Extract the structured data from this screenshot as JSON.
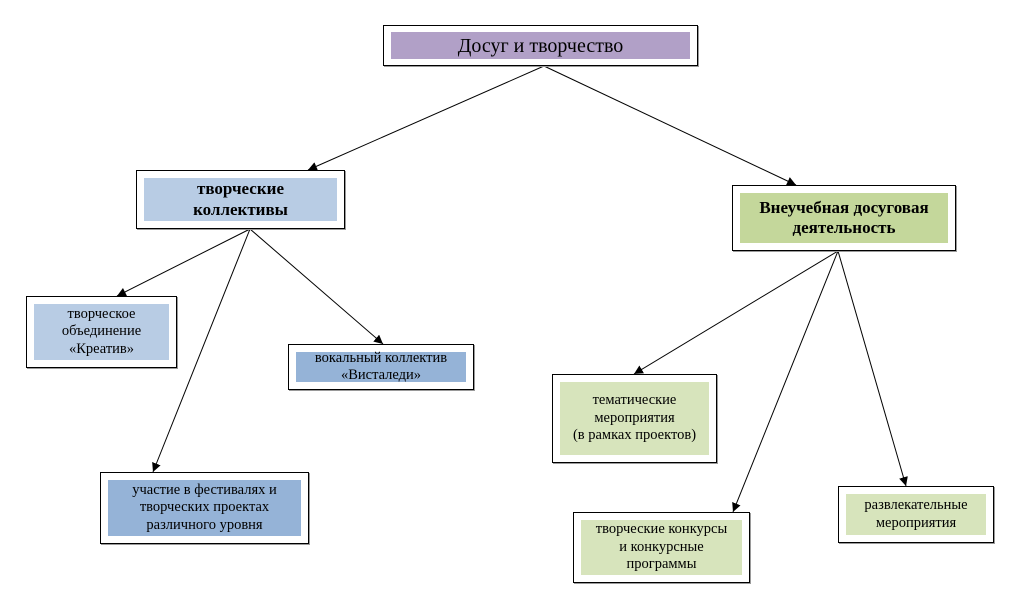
{
  "root": {
    "label": "Досуг и творчество"
  },
  "creative_groups": {
    "label": "творческие\nколлективы",
    "children": [
      {
        "label": "творческое\nобъединение\n«Креатив»"
      },
      {
        "label": "вокальный коллектив\n«Висталеди»"
      },
      {
        "label": "участие в фестивалях и\nтворческих проектах\nразличного уровня"
      }
    ]
  },
  "extracurricular": {
    "label": "Внеучебная  досуговая\nдеятельность",
    "children": [
      {
        "label": "тематические\nмероприятия\n(в рамках проектов)"
      },
      {
        "label": "творческие конкурсы\nи конкурсные\nпрограммы"
      },
      {
        "label": "развлекательные\nмероприятия"
      }
    ]
  },
  "colors": {
    "root_fill": "#b1a0c7",
    "creative_fill": "#b8cce4",
    "creative_child_fill": "#95b3d7",
    "extracurricular_fill": "#c4d79b",
    "extracurricular_child_fill": "#d7e4bc",
    "line": "#000000"
  }
}
